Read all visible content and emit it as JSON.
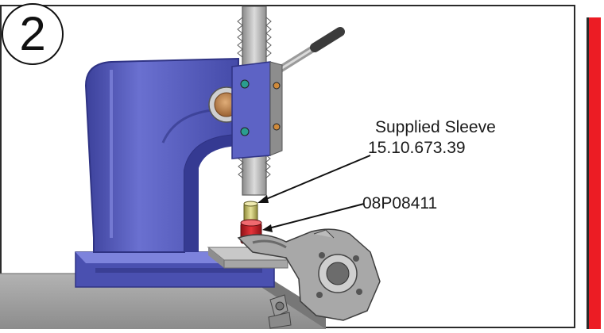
{
  "step": {
    "number": "2"
  },
  "callouts": {
    "sleeve_name": "Supplied Sleeve",
    "sleeve_part": "15.10.673.39",
    "bushing_part": "08P08411"
  },
  "colors": {
    "press_body": "#4f55b8",
    "press_dark": "#2f3384",
    "steel": "#b7b7b7",
    "bushing": "#d0242a",
    "sleeve": "#c9c46a",
    "bronze": "#b9824e",
    "table": "#9e9e9e",
    "side_bar": "#ec1c24"
  }
}
